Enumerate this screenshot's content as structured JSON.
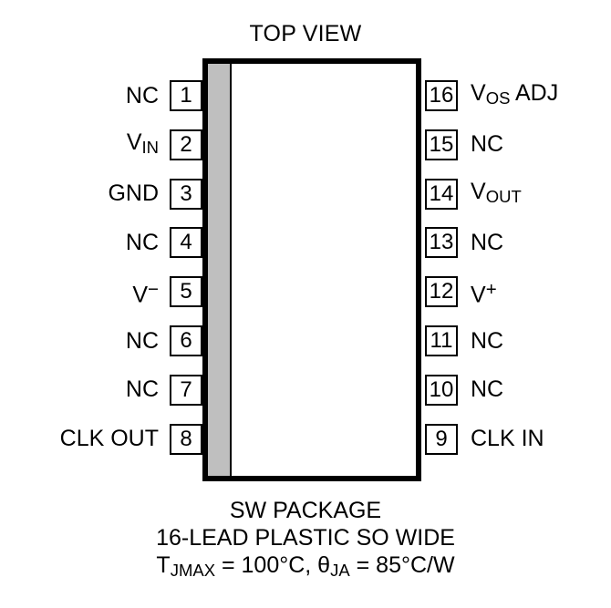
{
  "diagram": {
    "view_title": "TOP VIEW",
    "package_body": {
      "fill_color": "#ffffff",
      "border_color": "#000000",
      "stripe_color": "#bfbfbf"
    },
    "pins_left": [
      {
        "number": "1",
        "label": "NC",
        "label_html": "NC"
      },
      {
        "number": "2",
        "label": "VIN",
        "label_html": "V<span class=\"sub\">IN</span>"
      },
      {
        "number": "3",
        "label": "GND",
        "label_html": "GND"
      },
      {
        "number": "4",
        "label": "NC",
        "label_html": "NC"
      },
      {
        "number": "5",
        "label": "V-",
        "label_html": "V<span class=\"sup\">−</span>"
      },
      {
        "number": "6",
        "label": "NC",
        "label_html": "NC"
      },
      {
        "number": "7",
        "label": "NC",
        "label_html": "NC"
      },
      {
        "number": "8",
        "label": "CLK OUT",
        "label_html": "CLK OUT"
      }
    ],
    "pins_right": [
      {
        "number": "16",
        "label": "VOS ADJ",
        "label_html": "V<span class=\"sub\">OS</span> ADJ"
      },
      {
        "number": "15",
        "label": "NC",
        "label_html": "NC"
      },
      {
        "number": "14",
        "label": "VOUT",
        "label_html": "V<span class=\"sub\">OUT</span>"
      },
      {
        "number": "13",
        "label": "NC",
        "label_html": "NC"
      },
      {
        "number": "12",
        "label": "V+",
        "label_html": "V<span class=\"sup\">+</span>"
      },
      {
        "number": "11",
        "label": "NC",
        "label_html": "NC"
      },
      {
        "number": "10",
        "label": "NC",
        "label_html": "NC"
      },
      {
        "number": "9",
        "label": "CLK IN",
        "label_html": "CLK IN"
      }
    ],
    "caption": [
      {
        "text": "SW PACKAGE",
        "html": "SW PACKAGE"
      },
      {
        "text": "16-LEAD PLASTIC SO WIDE",
        "html": "16-LEAD PLASTIC SO WIDE"
      },
      {
        "text": "TJMAX = 100°C, θJA = 85°C/W",
        "html": "T<span class=\"sub\">JMAX</span> = 100°C, θ<span class=\"sub\">JA</span> = 85°C/W"
      }
    ]
  }
}
